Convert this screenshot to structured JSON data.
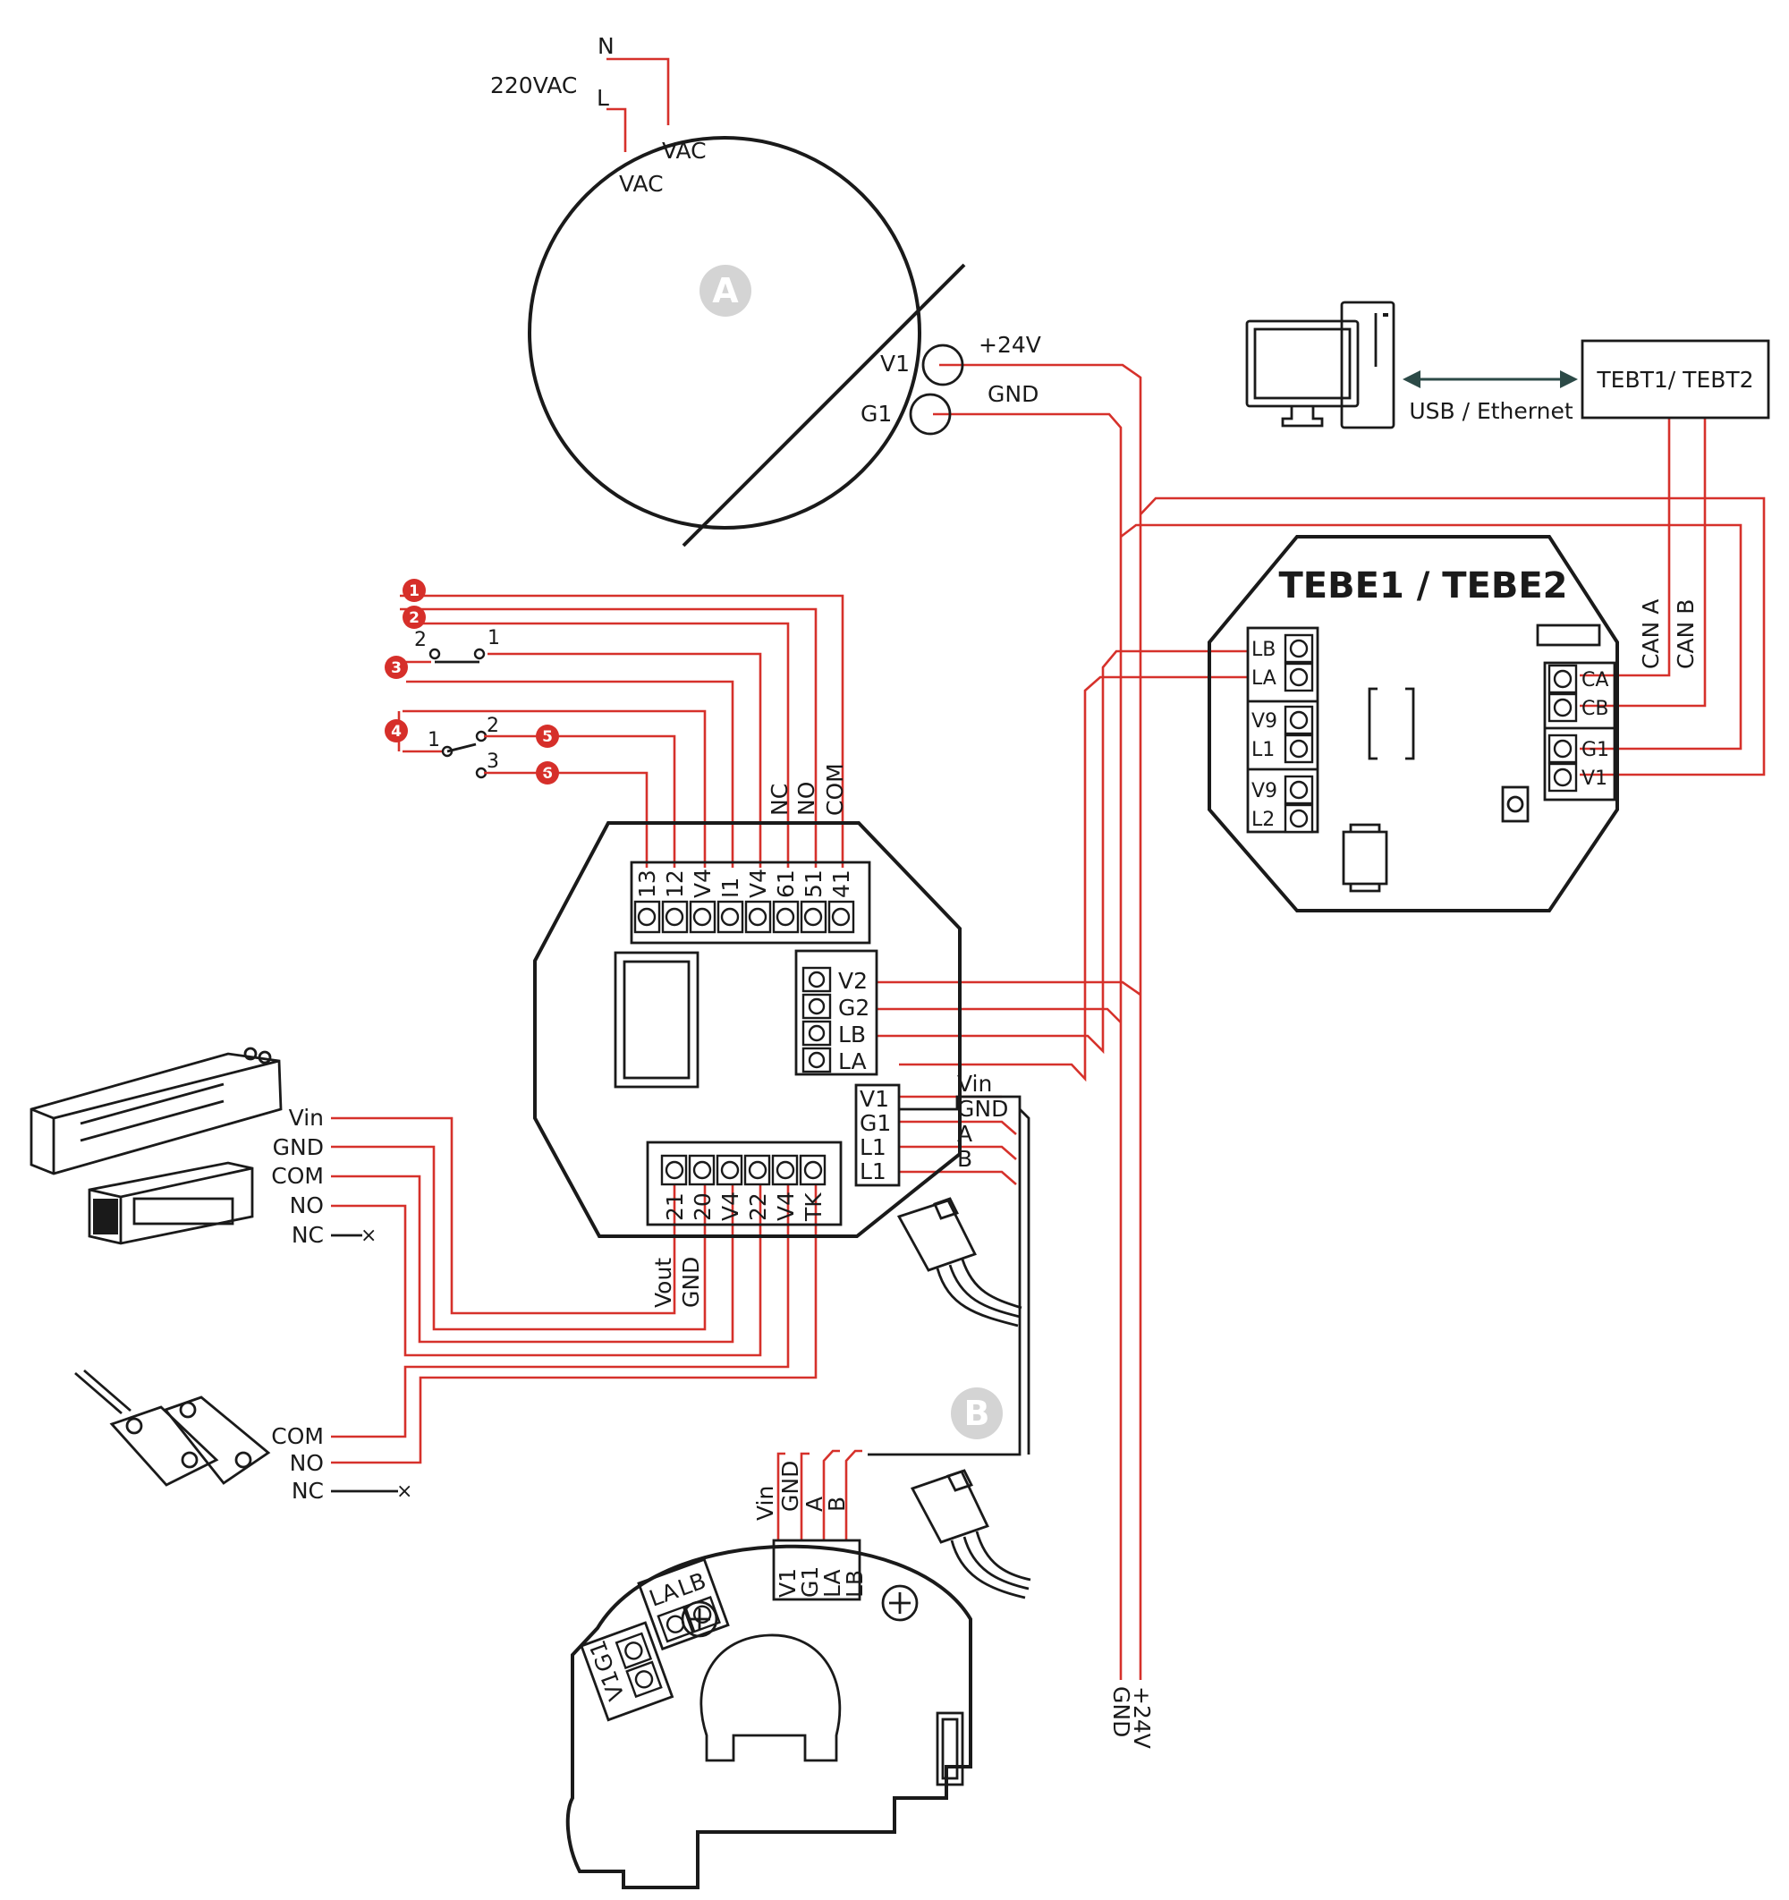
{
  "power_supply": {
    "mains_voltage": "220VAC",
    "neutral": "N",
    "line": "L",
    "vac_1": "VAC",
    "vac_2": "VAC",
    "badge": "A",
    "out_plus_label": "V1",
    "out_gnd_label": "G1",
    "out_plus_signal": "+24V",
    "out_gnd_signal": "GND"
  },
  "pc_link": {
    "connection": "USB / Ethernet",
    "converter": "TEBT1/ TEBT2"
  },
  "tebe_module": {
    "title": "TEBE1 / TEBE2",
    "left_terminals": [
      "LB",
      "LA",
      "V9",
      "L1",
      "V9",
      "L2"
    ],
    "right_terminals": [
      "CA",
      "CB",
      "G1",
      "V1"
    ],
    "can_a": "CAN A",
    "can_b": "CAN B"
  },
  "controller": {
    "top_terminals": [
      "13",
      "12",
      "V4",
      "I1",
      "V4",
      "61",
      "51",
      "41"
    ],
    "relay_labels": [
      "NC",
      "NO",
      "COM"
    ],
    "bus_terminals": [
      "V2",
      "G2",
      "LB",
      "LA"
    ],
    "reader_terminals": [
      "V1",
      "G1",
      "L1",
      "L1"
    ],
    "reader_signals": [
      "Vin",
      "GND",
      "A",
      "B"
    ],
    "bottom_terminals": [
      "21",
      "20",
      "V4",
      "22",
      "V4",
      "TK"
    ],
    "bottom_signals": [
      "Vout",
      "GND"
    ]
  },
  "inputs": {
    "markers": [
      "1",
      "2",
      "3",
      "4",
      "5",
      "6"
    ],
    "switch_a": [
      "2",
      "1"
    ],
    "switch_b": [
      "1",
      "2",
      "3"
    ]
  },
  "lock": {
    "terminals": [
      "Vin",
      "GND",
      "COM",
      "NO",
      "NC"
    ]
  },
  "door_sensor": {
    "terminals": [
      "COM",
      "NO",
      "NC"
    ]
  },
  "reader_board": {
    "badge": "B",
    "signals": [
      "Vin",
      "GND",
      "A",
      "B"
    ],
    "terminals": [
      "V1",
      "G1",
      "LA",
      "LB"
    ],
    "pad_labels_1": [
      "LA",
      "LB"
    ],
    "pad_labels_2": [
      "V1",
      "G1"
    ]
  },
  "supply_bus": {
    "gnd": "GND",
    "plus": "+24V"
  },
  "colors": {
    "wire": "#d6312b",
    "outline": "#1a1a1a",
    "badge": "#d4d4d4",
    "pc_arrow": "#2c4a47"
  }
}
